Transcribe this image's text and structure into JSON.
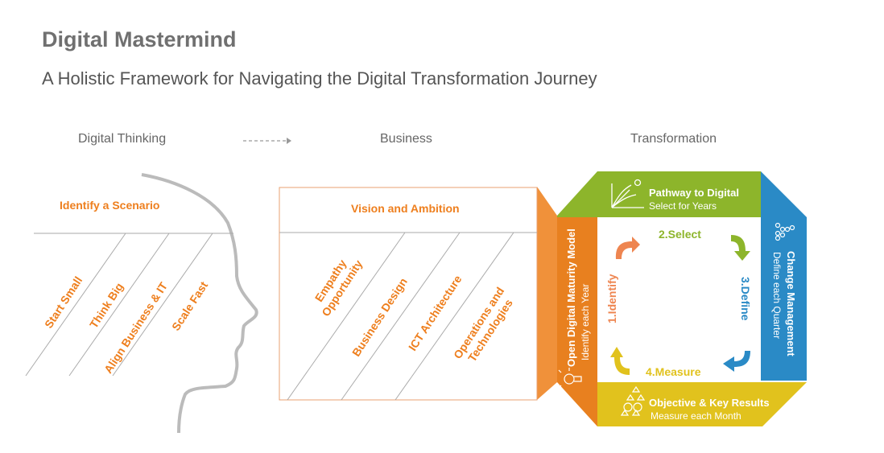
{
  "header": {
    "title": "Digital Mastermind",
    "subtitle": "A Holistic Framework for Navigating the Digital Transformation Journey"
  },
  "stages": {
    "thinking": "Digital Thinking",
    "business": "Business",
    "transformation": "Transformation"
  },
  "thinking": {
    "heading": "Identify a Scenario",
    "items": [
      "Start Small",
      "Think Big",
      "Align Business & IT",
      "Scale Fast"
    ]
  },
  "business": {
    "heading": "Vision and Ambition",
    "items": [
      "Empathy\nOpportunity",
      "Business  Design",
      "ICT Architecture",
      "Operations and\nTechnologies"
    ]
  },
  "transformation": {
    "top": {
      "title": "Pathway to Digital",
      "sub": "Select for Years",
      "color": "#8DB52B"
    },
    "right": {
      "title": "Change Management",
      "sub": "Define each Quarter",
      "color": "#2A8AC6"
    },
    "bottom": {
      "title": "Objective & Key Results",
      "sub": "Measure each Month",
      "color": "#E1C21D"
    },
    "left": {
      "title": "Open Digital Maturity Model",
      "sub": "Identify each Year",
      "color": "#E8801F"
    },
    "steps": [
      "1.Identify",
      "2.Select",
      "3.Define",
      "4.Measure"
    ]
  }
}
